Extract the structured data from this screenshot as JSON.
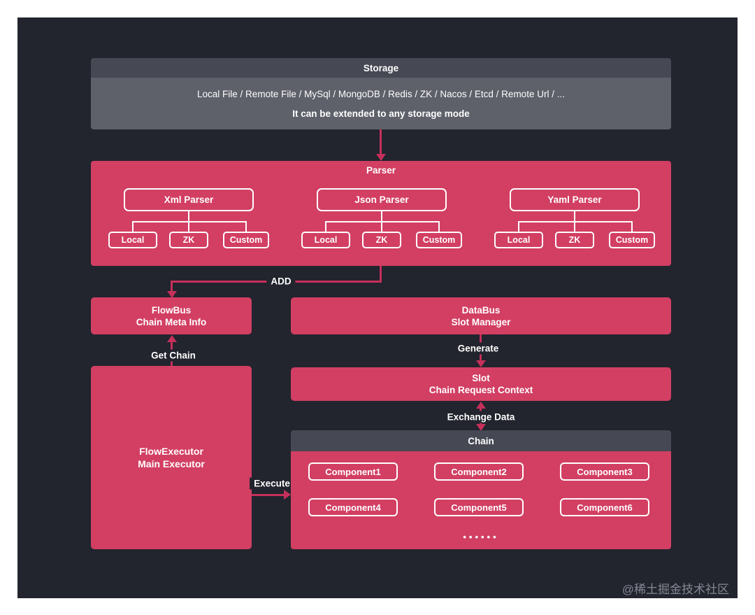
{
  "storage": {
    "title": "Storage",
    "modes": "Local File / Remote File / MySql / MongoDB / Redis / ZK / Nacos / Etcd / Remote Url / ...",
    "note": "It can be extended to any storage mode"
  },
  "parser": {
    "title": "Parser",
    "groups": [
      {
        "parent": "Xml Parser",
        "children": [
          "Local",
          "ZK",
          "Custom"
        ]
      },
      {
        "parent": "Json Parser",
        "children": [
          "Local",
          "ZK",
          "Custom"
        ]
      },
      {
        "parent": "Yaml Parser",
        "children": [
          "Local",
          "ZK",
          "Custom"
        ]
      }
    ]
  },
  "flowbus": {
    "line1": "FlowBus",
    "line2": "Chain Meta Info"
  },
  "databus": {
    "line1": "DataBus",
    "line2": "Slot Manager"
  },
  "flowexecutor": {
    "line1": "FlowExecutor",
    "line2": "Main Executor"
  },
  "slot": {
    "line1": "Slot",
    "line2": "Chain Request Context"
  },
  "chain": {
    "title": "Chain",
    "components": [
      "Component1",
      "Component2",
      "Component3",
      "Component4",
      "Component5",
      "Component6"
    ],
    "ellipsis": "••••••"
  },
  "edges": {
    "add": "ADD",
    "get_chain": "Get Chain",
    "generate": "Generate",
    "exchange": "Exchange Data",
    "execute": "Execute"
  },
  "watermark": "@稀土掘金技术社区",
  "colors": {
    "panel_bg": "#22242e",
    "accent_pink": "#d23f63",
    "arrow_pink": "#c5305a",
    "header_gray": "#464854",
    "storage_body_gray": "#5e606a",
    "watermark_gray": "#858893"
  }
}
